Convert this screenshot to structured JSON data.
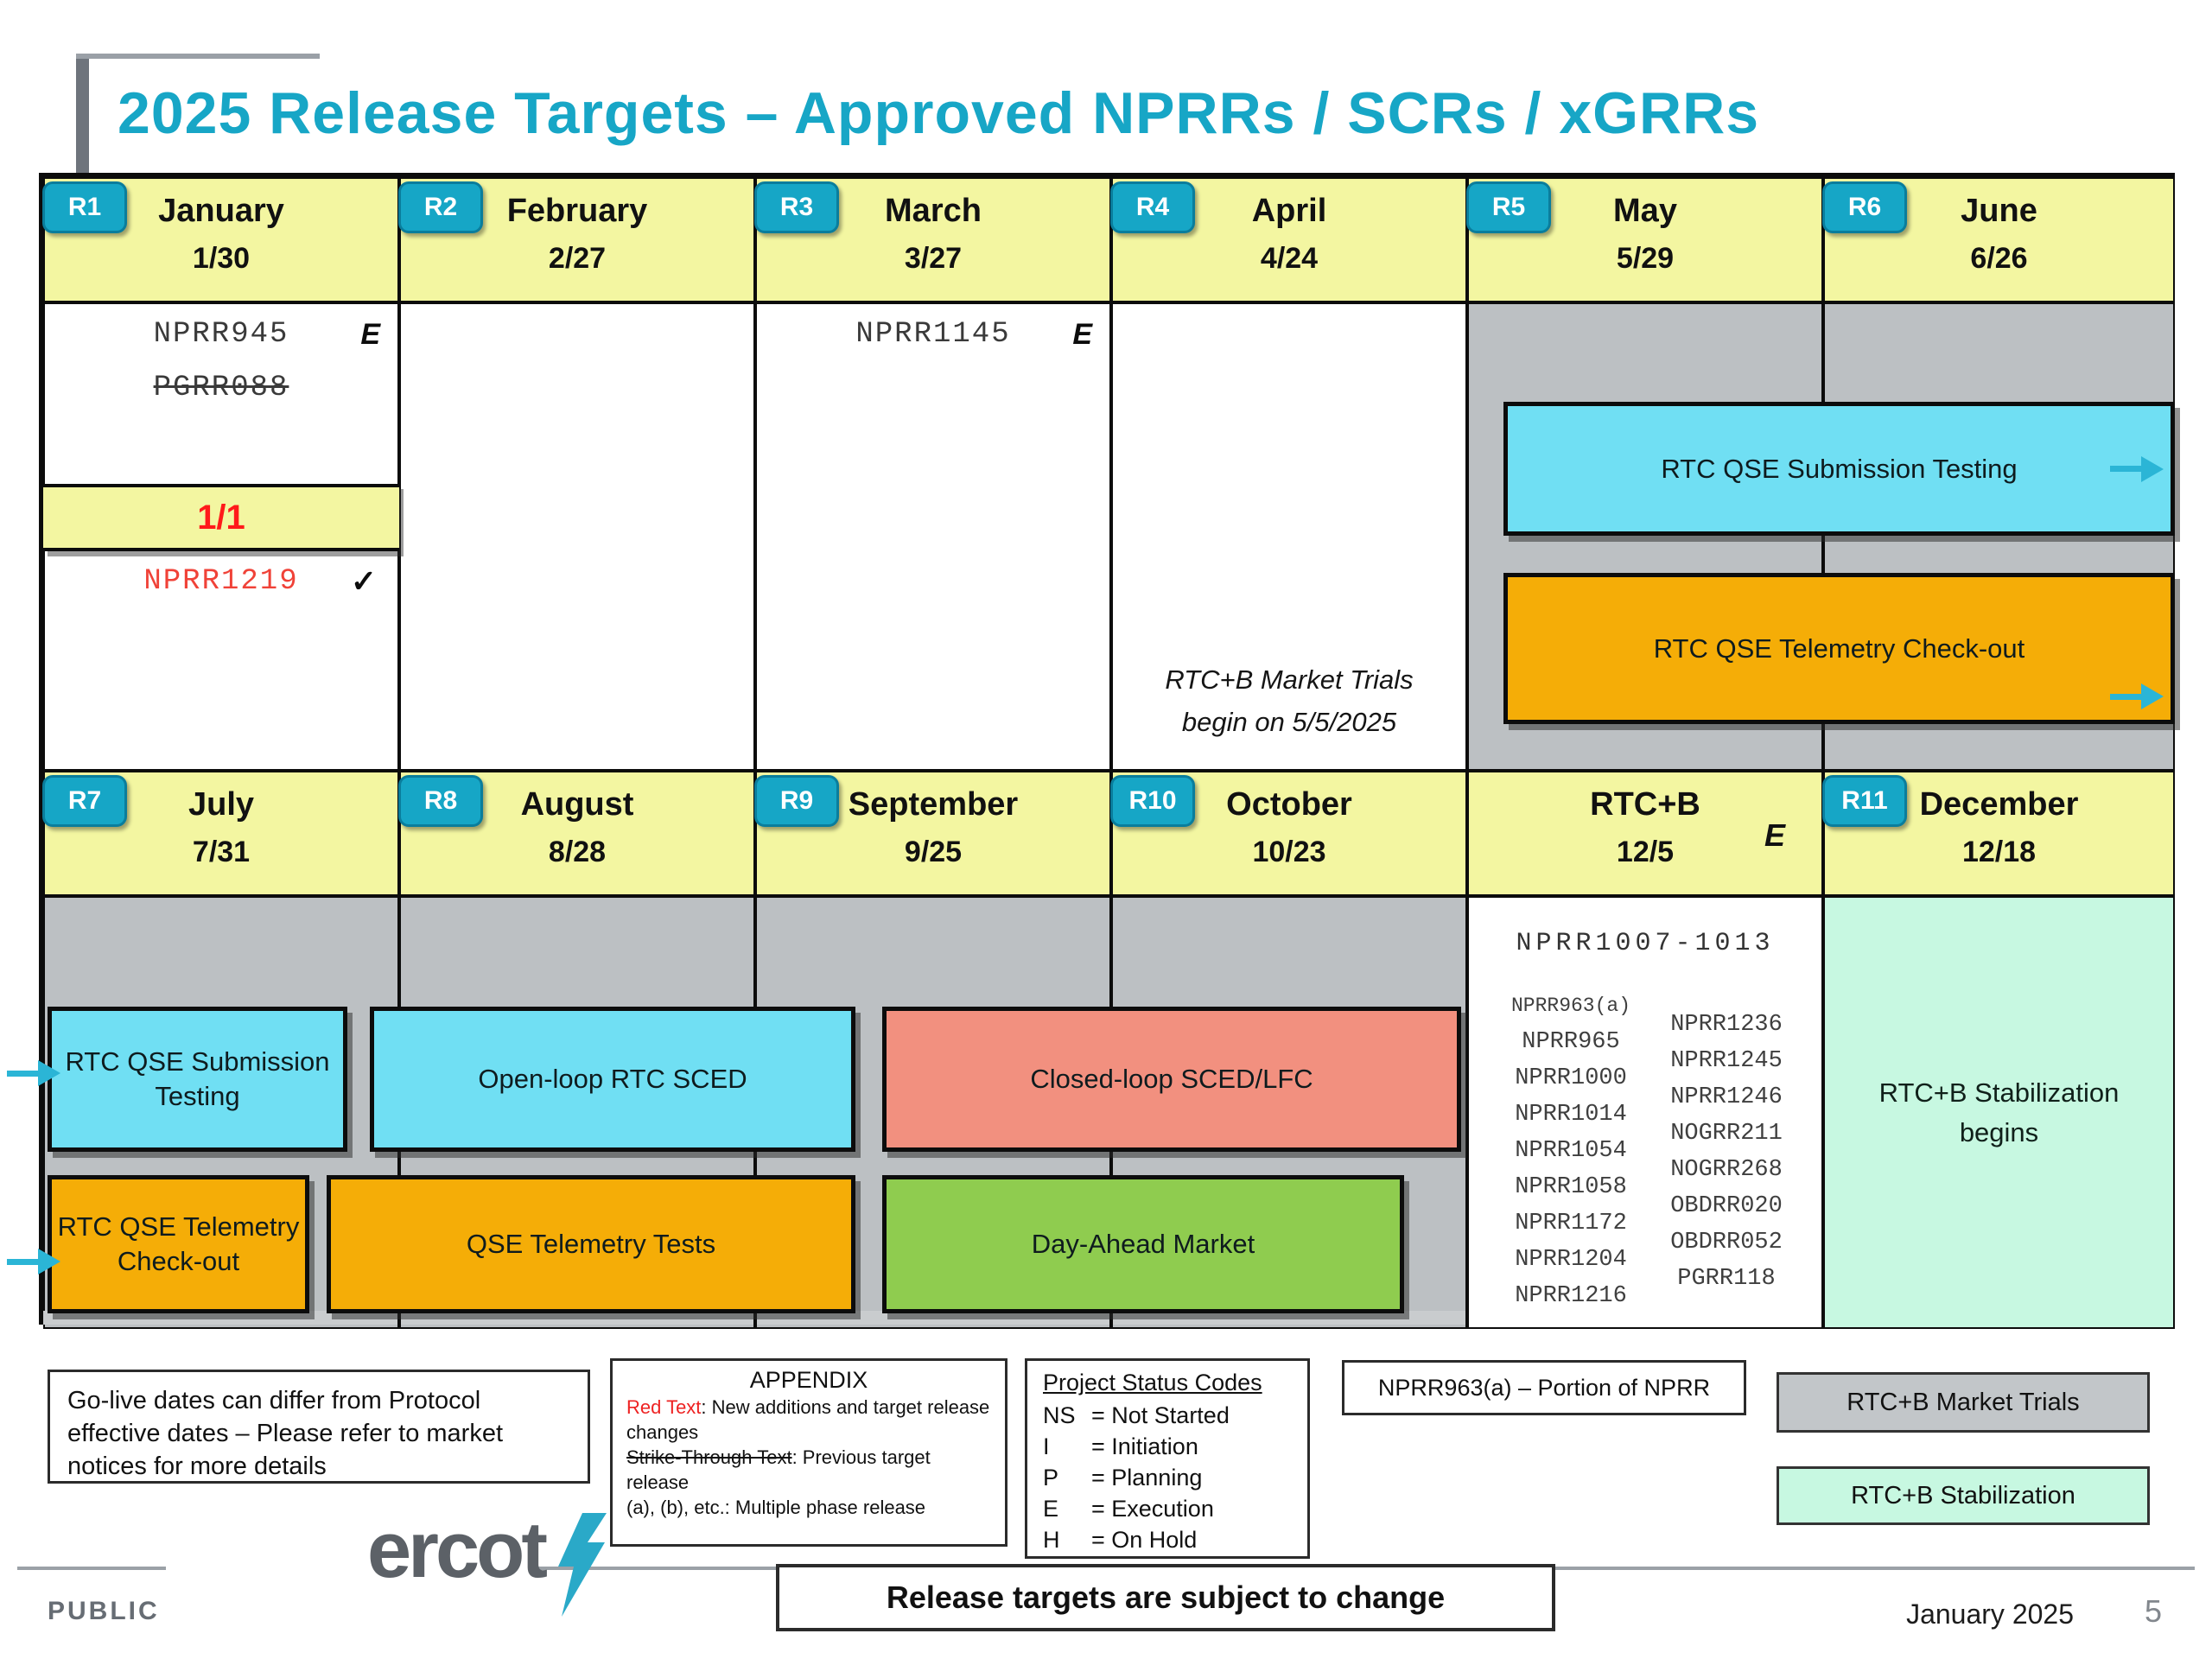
{
  "title": "2025 Release Targets – Approved NPRRs / SCRs / xGRRs",
  "colors": {
    "accent_teal": "#17a6c6",
    "header_yellow": "#f3f6a1",
    "cell_gray": "#bcc0c3",
    "bar_cyan": "#70dff3",
    "bar_orange": "#f5ad07",
    "bar_salmon": "#f2907f",
    "bar_green": "#8fcc4f",
    "mint": "#c7f8e1",
    "red_text": "#f04238"
  },
  "calendar": {
    "row1": [
      {
        "badge": "R1",
        "name": "January",
        "date": "1/30"
      },
      {
        "badge": "R2",
        "name": "February",
        "date": "2/27"
      },
      {
        "badge": "R3",
        "name": "March",
        "date": "3/27"
      },
      {
        "badge": "R4",
        "name": "April",
        "date": "4/24"
      },
      {
        "badge": "R5",
        "name": "May",
        "date": "5/29"
      },
      {
        "badge": "R6",
        "name": "June",
        "date": "6/26"
      }
    ],
    "row2": [
      {
        "badge": "R7",
        "name": "July",
        "date": "7/31"
      },
      {
        "badge": "R8",
        "name": "August",
        "date": "8/28"
      },
      {
        "badge": "R9",
        "name": "September",
        "date": "9/25"
      },
      {
        "badge": "R10",
        "name": "October",
        "date": "10/23"
      },
      {
        "badge": "",
        "name": "RTC+B",
        "date": "12/5",
        "status": "E"
      },
      {
        "badge": "R11",
        "name": "December",
        "date": "12/18"
      }
    ]
  },
  "january": {
    "item1": "NPRR945",
    "item1_status": "E",
    "item2": "PGRR088",
    "milestone": "1/1",
    "item3": "NPRR1219",
    "item3_mark": "✓"
  },
  "march": {
    "item1": "NPRR1145",
    "item1_status": "E"
  },
  "april": {
    "note": "RTC+B Market Trials begin on 5/5/2025"
  },
  "bars": {
    "submission_r1": "RTC QSE Submission Testing",
    "telemetry_r1": "RTC QSE Telemetry Check-out",
    "submission_r2": "RTC QSE Submission Testing",
    "telemetry_r2": "RTC QSE Telemetry Check-out",
    "openloop": "Open-loop RTC SCED",
    "qse_telemetry": "QSE Telemetry Tests",
    "closedloop": "Closed-loop SCED/LFC",
    "dam": "Day-Ahead Market"
  },
  "rtcb_column": {
    "header": "NPRR1007-1013",
    "left": [
      "NPRR963(a)",
      "NPRR965",
      "NPRR1000",
      "NPRR1014",
      "NPRR1054",
      "NPRR1058",
      "NPRR1172",
      "NPRR1204",
      "NPRR1216"
    ],
    "right": [
      "NPRR1236",
      "NPRR1245",
      "NPRR1246",
      "NOGRR211",
      "NOGRR268",
      "OBDRR020",
      "OBDRR052",
      "PGRR118"
    ]
  },
  "december": {
    "line1": "RTC+B Stabilization",
    "line2": "begins"
  },
  "legend": {
    "golive": "Go-live dates can differ from Protocol effective dates – Please refer to market notices for more details",
    "appendix_title": "APPENDIX",
    "appendix_red_label": "Red Text",
    "appendix_red_rest": ": New additions and target release changes",
    "appendix_strike_label": "Strike-Through Text",
    "appendix_strike_rest": ": Previous target release",
    "appendix_phase": "(a), (b), etc.: Multiple phase release",
    "status_title": "Project Status Codes",
    "status_codes": [
      [
        "NS",
        "= Not Started"
      ],
      [
        "I",
        "= Initiation"
      ],
      [
        "P",
        "= Planning"
      ],
      [
        "E",
        "= Execution"
      ],
      [
        "H",
        "= On Hold"
      ]
    ],
    "nprr963": "NPRR963(a) – Portion of NPRR",
    "market_trials": "RTC+B Market Trials",
    "stabilization": "RTC+B Stabilization"
  },
  "footer": {
    "public": "PUBLIC",
    "logo": "ercot",
    "notice": "Release targets are subject to change",
    "date": "January 2025",
    "page": "5"
  }
}
